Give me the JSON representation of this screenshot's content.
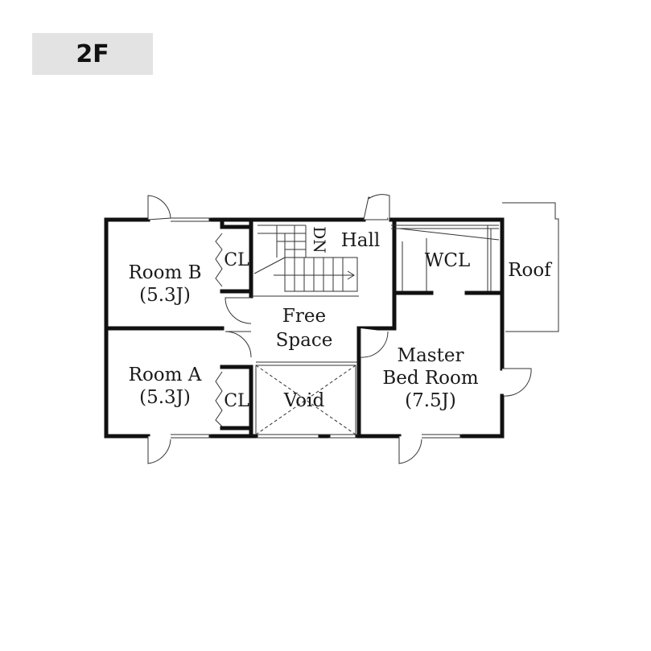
{
  "floor_label": "2F",
  "rooms": {
    "room_b": "Room B",
    "room_b_size": "(5.3J)",
    "room_a": "Room A",
    "room_a_size": "(5.3J)",
    "cl_upper": "CL",
    "cl_lower": "CL",
    "hall": "Hall",
    "stair_dn": "DN",
    "wcl": "WCL",
    "roof": "Roof",
    "free_space_1": "Free",
    "free_space_2": "Space",
    "void": "Void",
    "master_1": "Master",
    "master_2": "Bed Room",
    "master_size": "(7.5J)"
  }
}
